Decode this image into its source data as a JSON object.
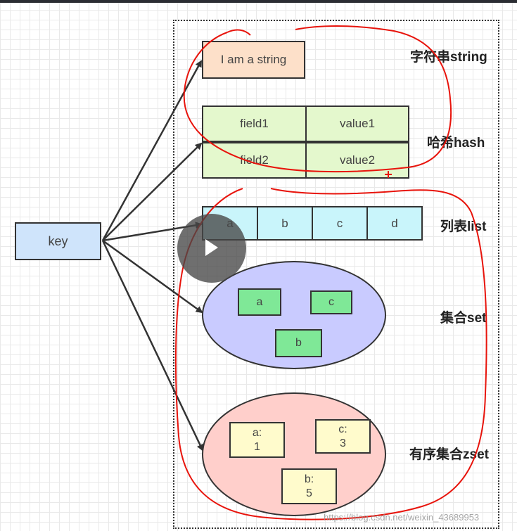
{
  "string": {
    "value": "I am a string",
    "label": "字符串string"
  },
  "hash": {
    "rows": [
      {
        "field": "field1",
        "value": "value1"
      },
      {
        "field": "field2",
        "value": "value2"
      }
    ],
    "label": "哈希hash"
  },
  "key": {
    "label": "key"
  },
  "list": {
    "items": [
      "a",
      "b",
      "c",
      "d"
    ],
    "label": "列表list"
  },
  "set": {
    "items": [
      "a",
      "c",
      "b"
    ],
    "label": "集合set"
  },
  "zset": {
    "items": [
      {
        "member": "a:",
        "score": "1"
      },
      {
        "member": "c:",
        "score": "3"
      },
      {
        "member": "b:",
        "score": "5"
      }
    ],
    "label": "有序集合zset"
  },
  "watermark": "https://blog.csdn.net/weixin_43689953",
  "colors": {
    "string_fill": "#fde0c9",
    "hash_fill": "#e4f8cd",
    "list_fill": "#c9f5fb",
    "set_fill": "#c9cbff",
    "set_item_fill": "#7fe897",
    "zset_fill": "#ffcfcb",
    "zset_item_fill": "#fffbcc",
    "key_fill": "#cfe4fb",
    "annotation_red": "#e8140c"
  }
}
